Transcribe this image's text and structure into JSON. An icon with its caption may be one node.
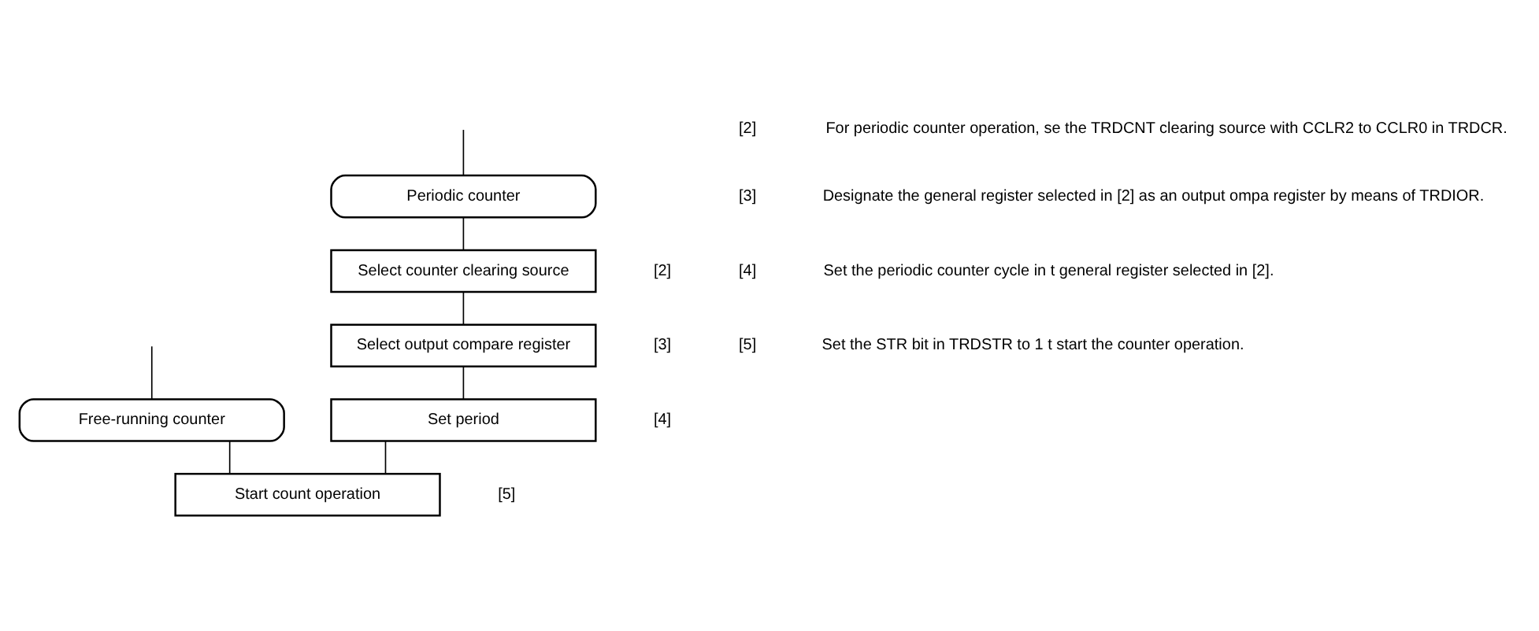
{
  "diagram": {
    "nodes": [
      {
        "text": [
          "Periodic counter"
        ]
      },
      {
        "text": [
          "Free-running counter"
        ]
      },
      {
        "text": [
          "Select counter clearing source"
        ],
        "beside": [
          "[2]"
        ]
      },
      {
        "text": [
          "Select output compare register"
        ],
        "beside": [
          "[3]"
        ]
      },
      {
        "text": [
          "Set period"
        ],
        "beside": [
          "[4]"
        ]
      },
      {
        "text": [
          "Start count operation"
        ],
        "beside": [
          "[5]"
        ]
      }
    ],
    "edges": [
      {
        "from": null,
        "to": 0,
        "arrow": "none"
      },
      {
        "from": null,
        "to": 1,
        "arrow": "none"
      },
      {
        "from": 0,
        "to": 2,
        "arrow": "none"
      },
      {
        "from": 2,
        "to": 3,
        "arrow": "none"
      },
      {
        "from": 3,
        "to": 4,
        "arrow": "none"
      },
      {
        "from": 4,
        "to": 5,
        "arrow": "none"
      },
      {
        "from": 1,
        "to": 5,
        "arrow": "none"
      }
    ],
    "labels": [
      "[2]",
      "For periodic counter operation, se the TRDCNT clearing source with CCLR2 to CCLR0 in TRDCR.",
      "[3]",
      "Designate the general register selected in [2] as an output ompa register by means of TRDIOR.",
      "[4]",
      "Set the periodic counter cycle in t general register selected in [2].",
      "[5]",
      "Set the STR bit in TRDSTR to 1 t start the counter operation."
    ]
  }
}
